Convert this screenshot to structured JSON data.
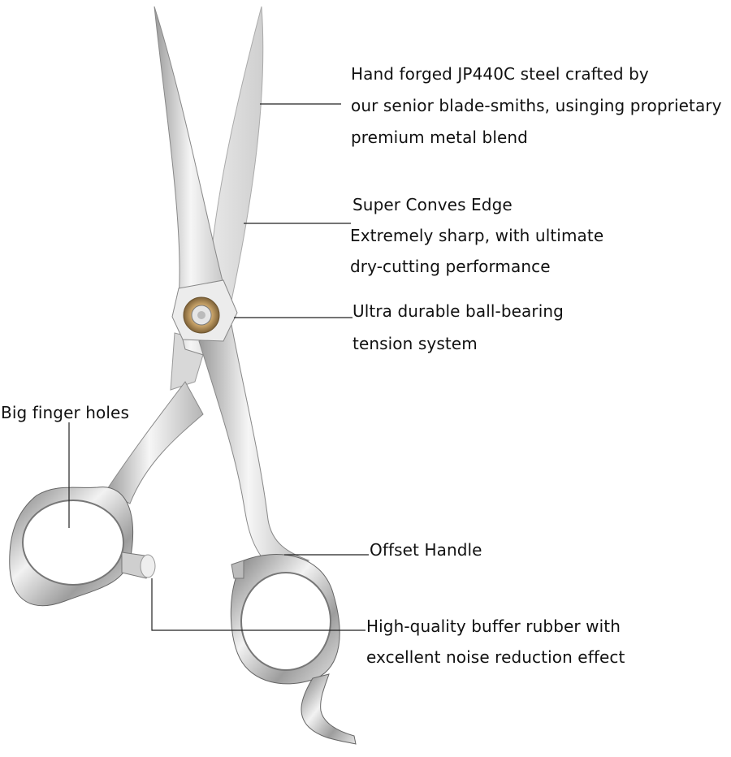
{
  "callouts": {
    "steel": {
      "lines": [
        "Hand forged JP440C steel crafted by",
        "our senior  blade-smiths, usinging proprietary",
        "premium metal blend"
      ]
    },
    "edge": {
      "lines": [
        "Super Conves Edge",
        "Extremely sharp, with ultimate",
        "dry-cutting performance"
      ]
    },
    "bearing": {
      "lines": [
        "Ultra durable ball-bearing",
        "tension system"
      ]
    },
    "holes": {
      "lines": [
        "Big finger holes"
      ]
    },
    "handle": {
      "lines": [
        "Offset Handle"
      ]
    },
    "rubber": {
      "lines": [
        "High-quality buffer rubber with",
        "excellent noise reduction effect"
      ]
    }
  },
  "colors": {
    "steel_light": "#f4f4f4",
    "steel_mid": "#bdbdbd",
    "steel_dark": "#6e6e6e",
    "screw_gold": "#c9a46a",
    "leader_line": "#222222"
  }
}
